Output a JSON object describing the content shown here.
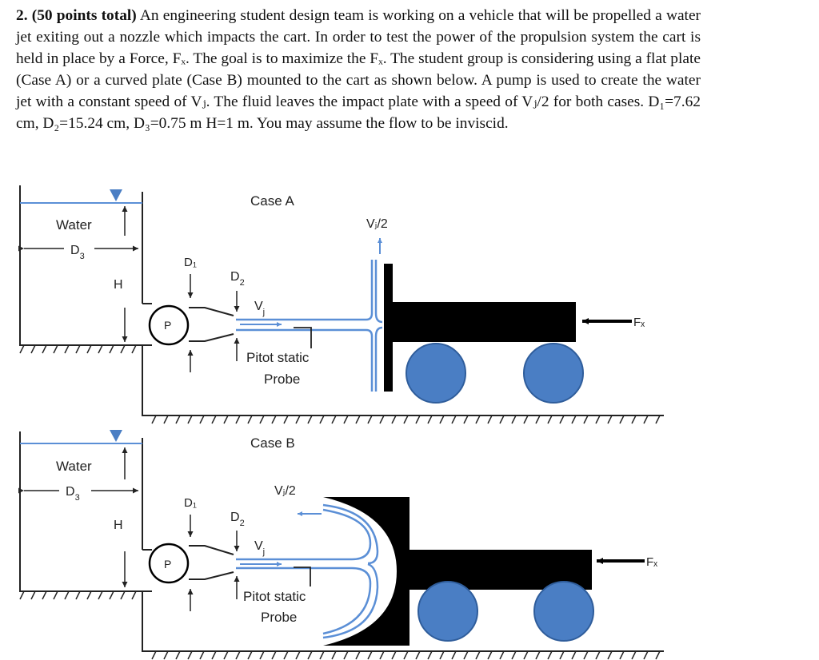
{
  "problem": {
    "number": "2.",
    "points": "(50 points total)",
    "text": "An engineering student design team is working on a vehicle that will be propelled a water jet exiting out a nozzle which impacts the cart. In order to test the power of the propulsion system the cart is held in place by a Force, Fₓ. The goal is to maximize the Fₓ. The student group is considering using a flat plate (Case A) or a curved plate (Case B) mounted to the cart as shown below. A pump is used to create the water jet with a constant speed of Vⱼ. The fluid leaves the impact plate with a speed of Vⱼ/2 for both cases. D₁=7.62 cm, D₂=15.24 cm, D₃=0.75 m H=1 m. You may assume the flow to be inviscid."
  },
  "figure": {
    "case_a": {
      "title": "Case A",
      "water": "Water",
      "d3": "D",
      "d3_sub": "3",
      "h": "H",
      "pump": "P",
      "d1": "D₁",
      "d2": "D",
      "d2_sub": "2",
      "vj": "V",
      "vj_sub": "j",
      "v_out": "Vⱼ/2",
      "fx": "Fₓ",
      "pitot_line1": "Pitot static",
      "pitot_line2": "Probe"
    },
    "case_b": {
      "title": "Case B",
      "water": "Water",
      "d3": "D",
      "d3_sub": "3",
      "h": "H",
      "pump": "P",
      "d1": "D₁",
      "d2": "D",
      "d2_sub": "2",
      "vj": "V",
      "vj_sub": "j",
      "v_out": "Vⱼ/2",
      "fx": "Fₓ",
      "pitot_line1": "Pitot static",
      "pitot_line2": "Probe"
    },
    "colors": {
      "water": "#5b8fd6",
      "wheel": "#4a7ec4",
      "cart": "#000000"
    }
  }
}
